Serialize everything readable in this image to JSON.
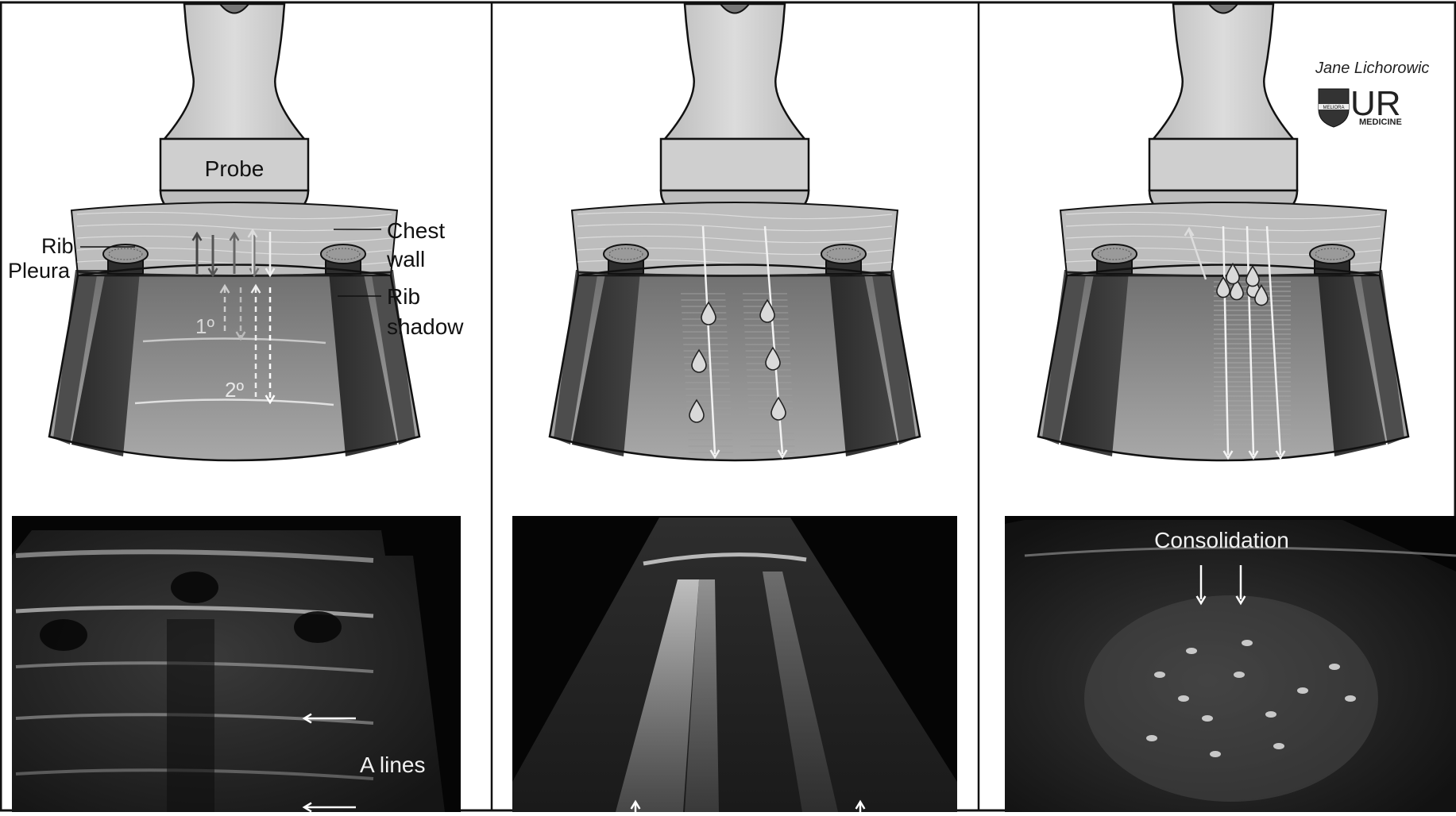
{
  "panel1": {
    "probe_label": "Probe",
    "rib_label": "Rib",
    "pleura_label": "Pleura",
    "chest_wall_label_line1": "Chest",
    "chest_wall_label_line2": "wall",
    "rib_shadow_label_line1": "Rib",
    "rib_shadow_label_line2": "shadow",
    "primary_label": "1º",
    "secondary_label": "2º",
    "ultrasound_caption": "A lines"
  },
  "panel3": {
    "ultrasound_caption": "Consolidation"
  },
  "branding": {
    "signature": "Jane Lichorowic",
    "logo_text": "UR",
    "logo_subtext": "MEDICINE",
    "shield_text": "MELIORA"
  },
  "colors": {
    "probe_fill": "#d2d2d2",
    "chest_wall_fill": "#bdbdbd",
    "lung_fill": "#8a8a8a",
    "rib_shadow_fill": "#3a3a3a",
    "outline": "#111111",
    "ultrasound_bg": "#050505"
  }
}
